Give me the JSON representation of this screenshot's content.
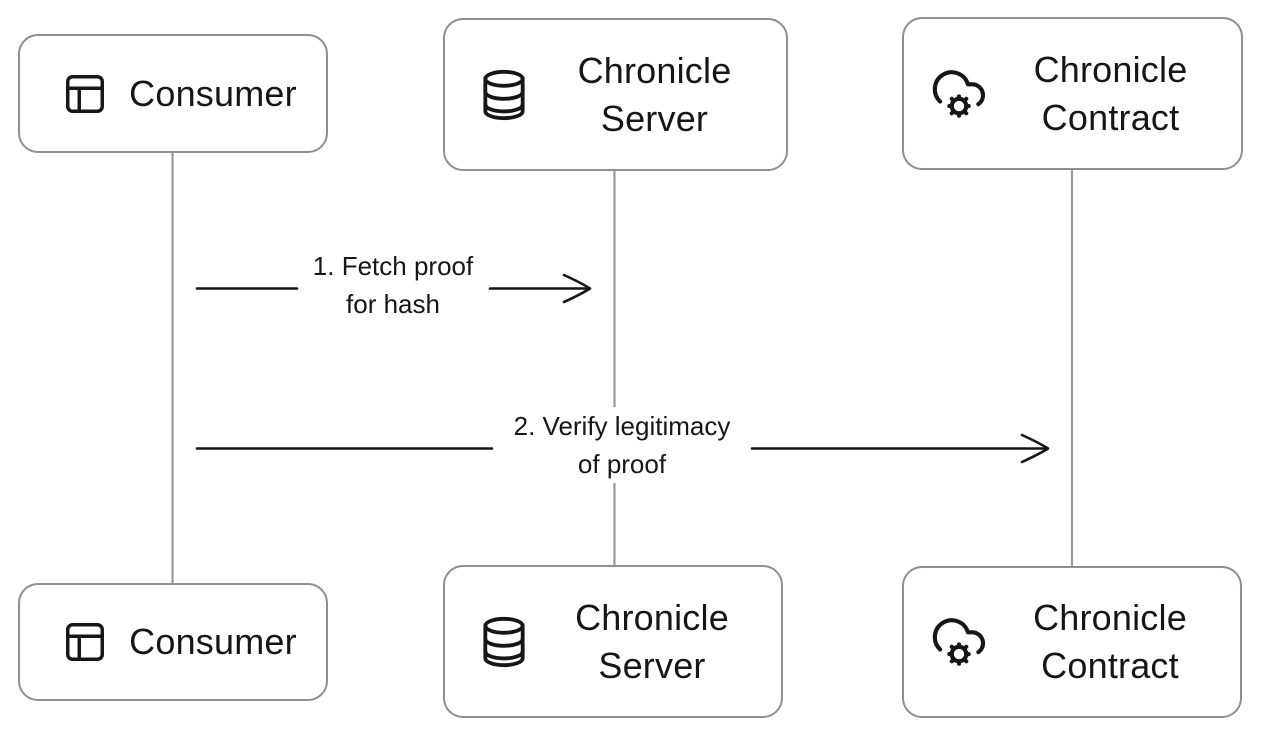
{
  "diagram": {
    "type": "sequence-diagram",
    "colors": {
      "background": "#ffffff",
      "box_border": "#8f8f8f",
      "lifeline": "#9a9a9a",
      "arrow": "#161616",
      "text": "#161616"
    },
    "actors": [
      {
        "label": "Consumer",
        "icon": "layout-icon"
      },
      {
        "label": "Chronicle Server",
        "icon": "database-icon"
      },
      {
        "label": "Chronicle Contract",
        "icon": "cloud-cog-icon"
      }
    ],
    "messages": [
      {
        "lines": [
          "1. Fetch proof",
          "for hash"
        ],
        "from": "Consumer",
        "to": "Chronicle Server"
      },
      {
        "lines": [
          "2. Verify legitimacy",
          "of proof"
        ],
        "from": "Consumer",
        "to": "Chronicle Contract"
      }
    ]
  }
}
